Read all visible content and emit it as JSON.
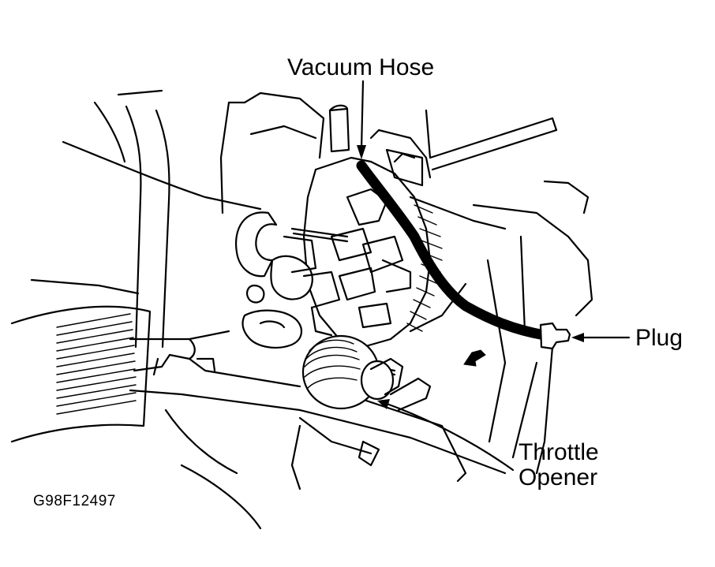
{
  "labels": {
    "vacuum_hose": "Vacuum Hose",
    "plug": "Plug",
    "throttle_opener_line1": "Throttle",
    "throttle_opener_line2": "Opener",
    "figure_code": "G98F12497"
  },
  "icons": [
    "leader-arrow-icon",
    "direction-arrow-icon"
  ],
  "colors": {
    "ink": "#000000",
    "background": "#ffffff"
  }
}
